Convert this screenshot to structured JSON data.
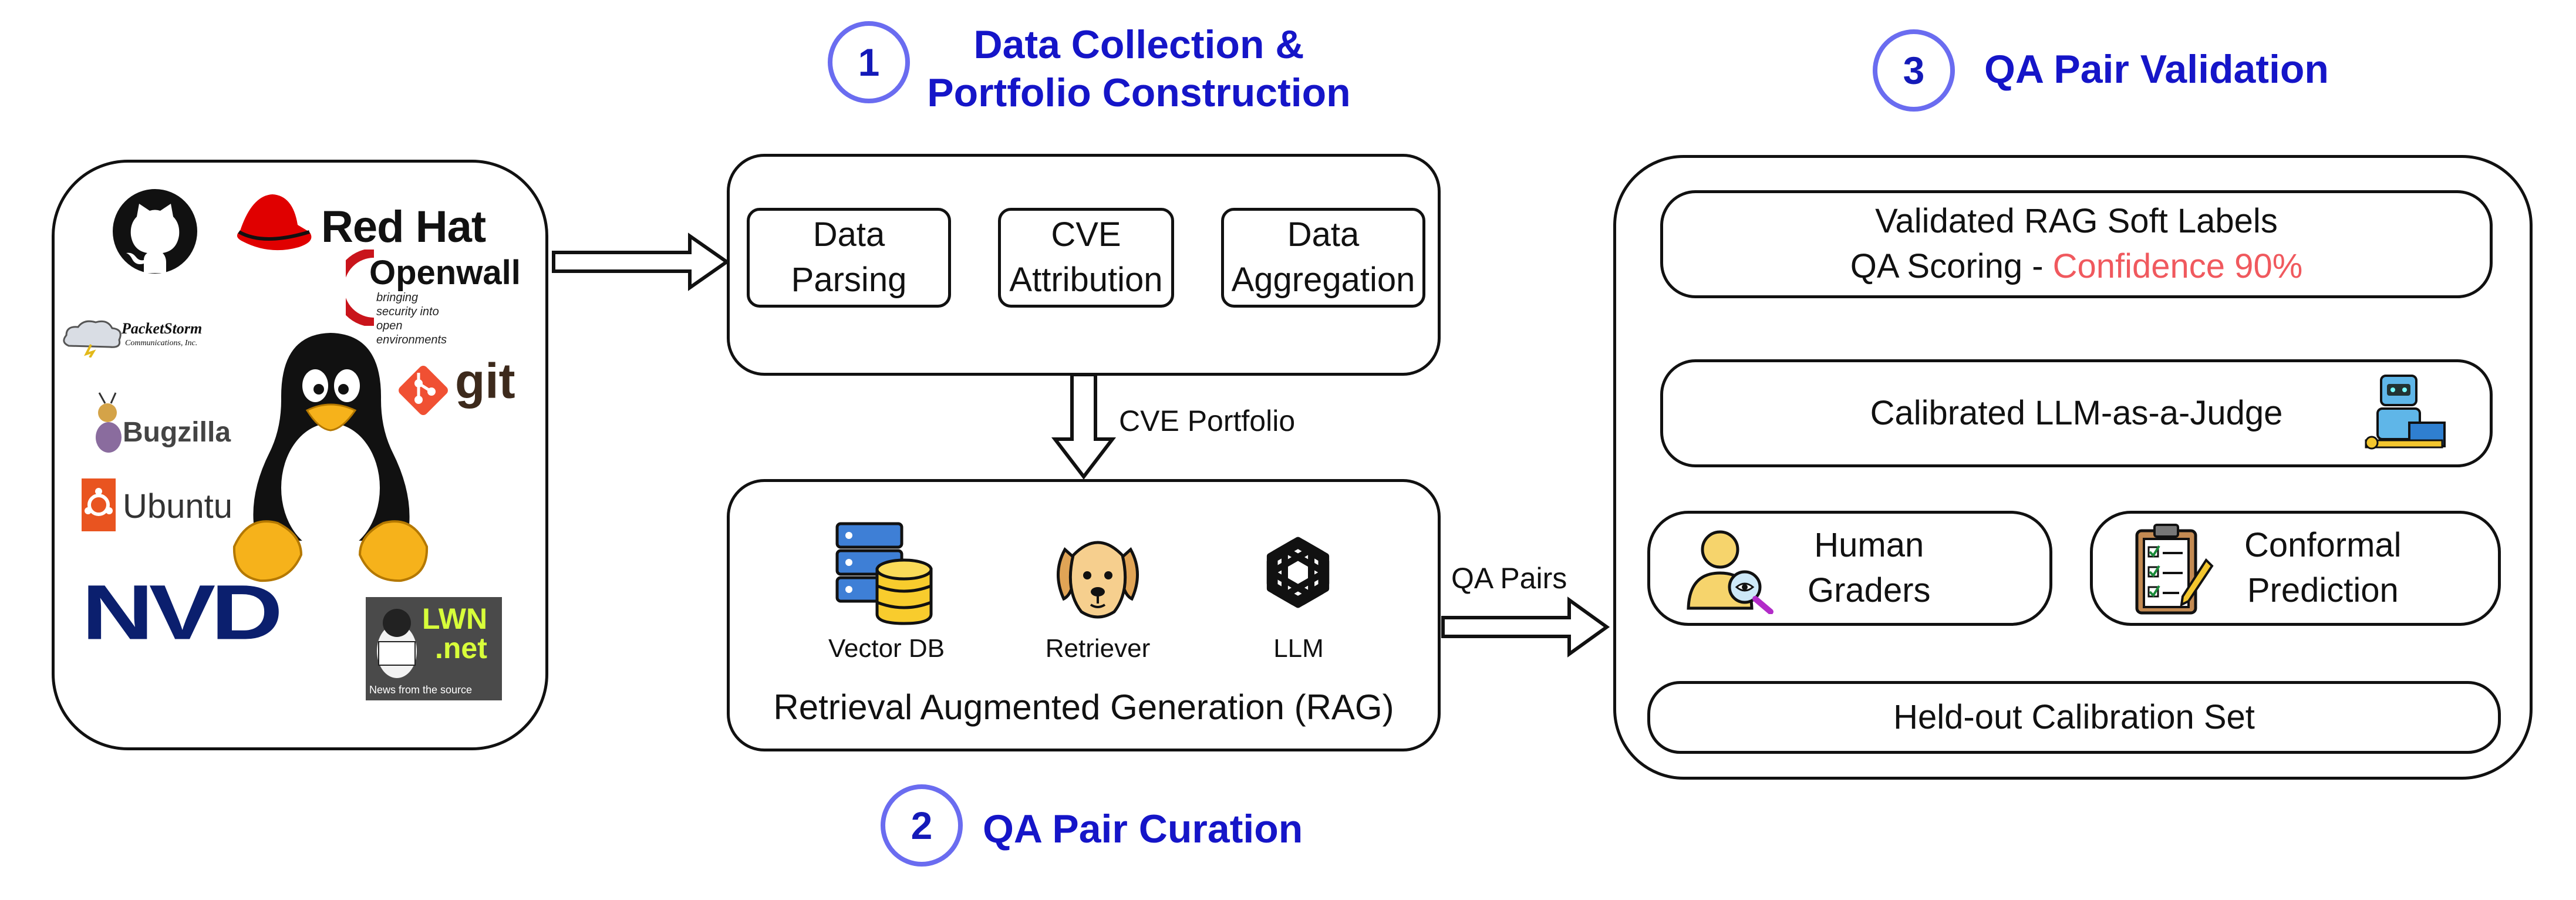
{
  "stages": {
    "s1": {
      "number": "1",
      "title": "Data Collection &\nPortfolio Construction"
    },
    "s2": {
      "number": "2",
      "title": "QA Pair Curation"
    },
    "s3": {
      "number": "3",
      "title": "QA Pair Validation"
    }
  },
  "sources": {
    "logos": [
      {
        "text": "Red Hat",
        "icon": "redhat-hat-icon"
      },
      {
        "text": "Openwall",
        "tagline": "bringing security into\nopen environments",
        "icon": "openwall-icon"
      },
      {
        "text": "PacketStorm",
        "tagline": "Communications, Inc.",
        "icon": "packetstorm-cloud-icon"
      },
      {
        "text": "git",
        "icon": "git-icon"
      },
      {
        "text": "Bugzilla",
        "icon": "bugzilla-ant-icon"
      },
      {
        "text": "Ubuntu",
        "icon": "ubuntu-icon"
      },
      {
        "text": "NVD",
        "icon": "nvd-logo"
      },
      {
        "text": "LWN",
        "text2": ".net",
        "tagline": "News from the source",
        "icon": "lwn-penguin-icon"
      },
      {
        "text": "",
        "icon": "github-icon"
      },
      {
        "text": "",
        "icon": "linux-tux-icon"
      }
    ]
  },
  "collection": {
    "steps": [
      "Data\nParsing",
      "CVE\nAttribution",
      "Data\nAggregation"
    ]
  },
  "portfolio_label": "CVE Portfolio",
  "rag": {
    "nodes": [
      {
        "label": "Vector DB",
        "icon": "database-server-icon"
      },
      {
        "label": "Retriever",
        "icon": "retriever-dog-icon"
      },
      {
        "label": "LLM",
        "icon": "openai-logo-icon"
      }
    ],
    "caption": "Retrieval Augmented Generation (RAG)"
  },
  "qa_pairs_label": "QA Pairs",
  "validation": {
    "soft_labels_line1": "Validated RAG Soft Labels",
    "soft_labels_line2_prefix": "QA Scoring - ",
    "soft_labels_confidence": "Confidence 90%",
    "judge": "Calibrated LLM-as-a-Judge",
    "human_graders": "Human\nGraders",
    "conformal": "Conformal\nPrediction",
    "calibration_set": "Held-out Calibration Set"
  },
  "colors": {
    "stage_title": "#1515c8",
    "stage_ring": "#6a6cf0",
    "confidence": "#f0595e",
    "nvd": "#0b1f6e",
    "redhat": "#e00000",
    "git": "#f05033",
    "ubuntu": "#e95420"
  }
}
